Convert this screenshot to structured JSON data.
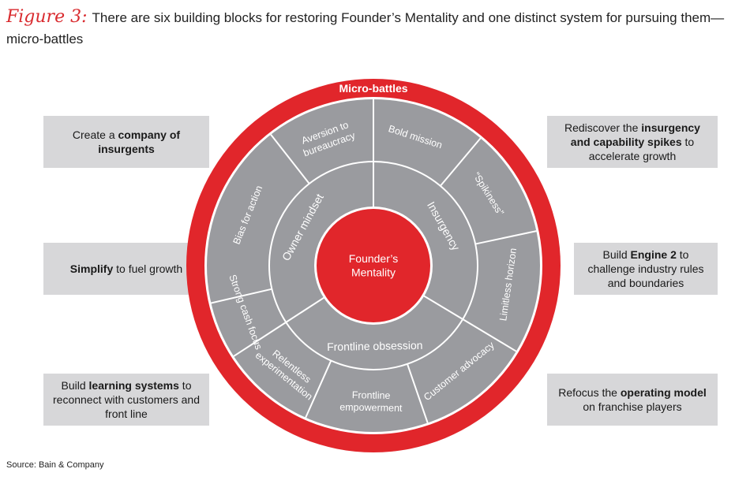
{
  "title": {
    "label": "Figure 3:",
    "text": "There are six building blocks for restoring Founder’s Mentality and one distinct system for pursuing them—micro-battles"
  },
  "diagram": {
    "outer_ring": "Micro-battles",
    "center": [
      "Founder’s",
      "Mentality"
    ],
    "middle_segments": [
      "Owner mindset",
      "Insurgency",
      "Frontline obsession"
    ],
    "outer_segments": [
      [
        "Aversion to",
        "bureaucracy"
      ],
      [
        "Bold mission"
      ],
      [
        "“Spikiness”"
      ],
      [
        "Limitless horizon"
      ],
      [
        "Customer advocacy"
      ],
      [
        "Frontline",
        "empowerment"
      ],
      [
        "Relentless",
        "experimentation"
      ],
      [
        "Strong cash focus"
      ],
      [
        "Bias for action"
      ]
    ],
    "colors": {
      "red": "#e1262b",
      "gray": "#9a9b9f",
      "divider": "#ffffff",
      "callout_bg": "#d7d7d9"
    }
  },
  "callouts": [
    {
      "pre": "Create a ",
      "bold": "company of insurgents",
      "post": ""
    },
    {
      "pre": "Rediscover the ",
      "bold": "insurgency and capability spikes",
      "post": " to accelerate growth"
    },
    {
      "pre": "",
      "bold": "Simplify",
      "post": " to fuel growth"
    },
    {
      "pre": "Build ",
      "bold": "Engine 2",
      "post": " to challenge industry rules and boundaries"
    },
    {
      "pre": "Build ",
      "bold": "learning systems",
      "post": " to reconnect with customers and front line"
    },
    {
      "pre": "Refocus the ",
      "bold": "operating model",
      "post": " on franchise players"
    }
  ],
  "source": "Source: Bain & Company"
}
